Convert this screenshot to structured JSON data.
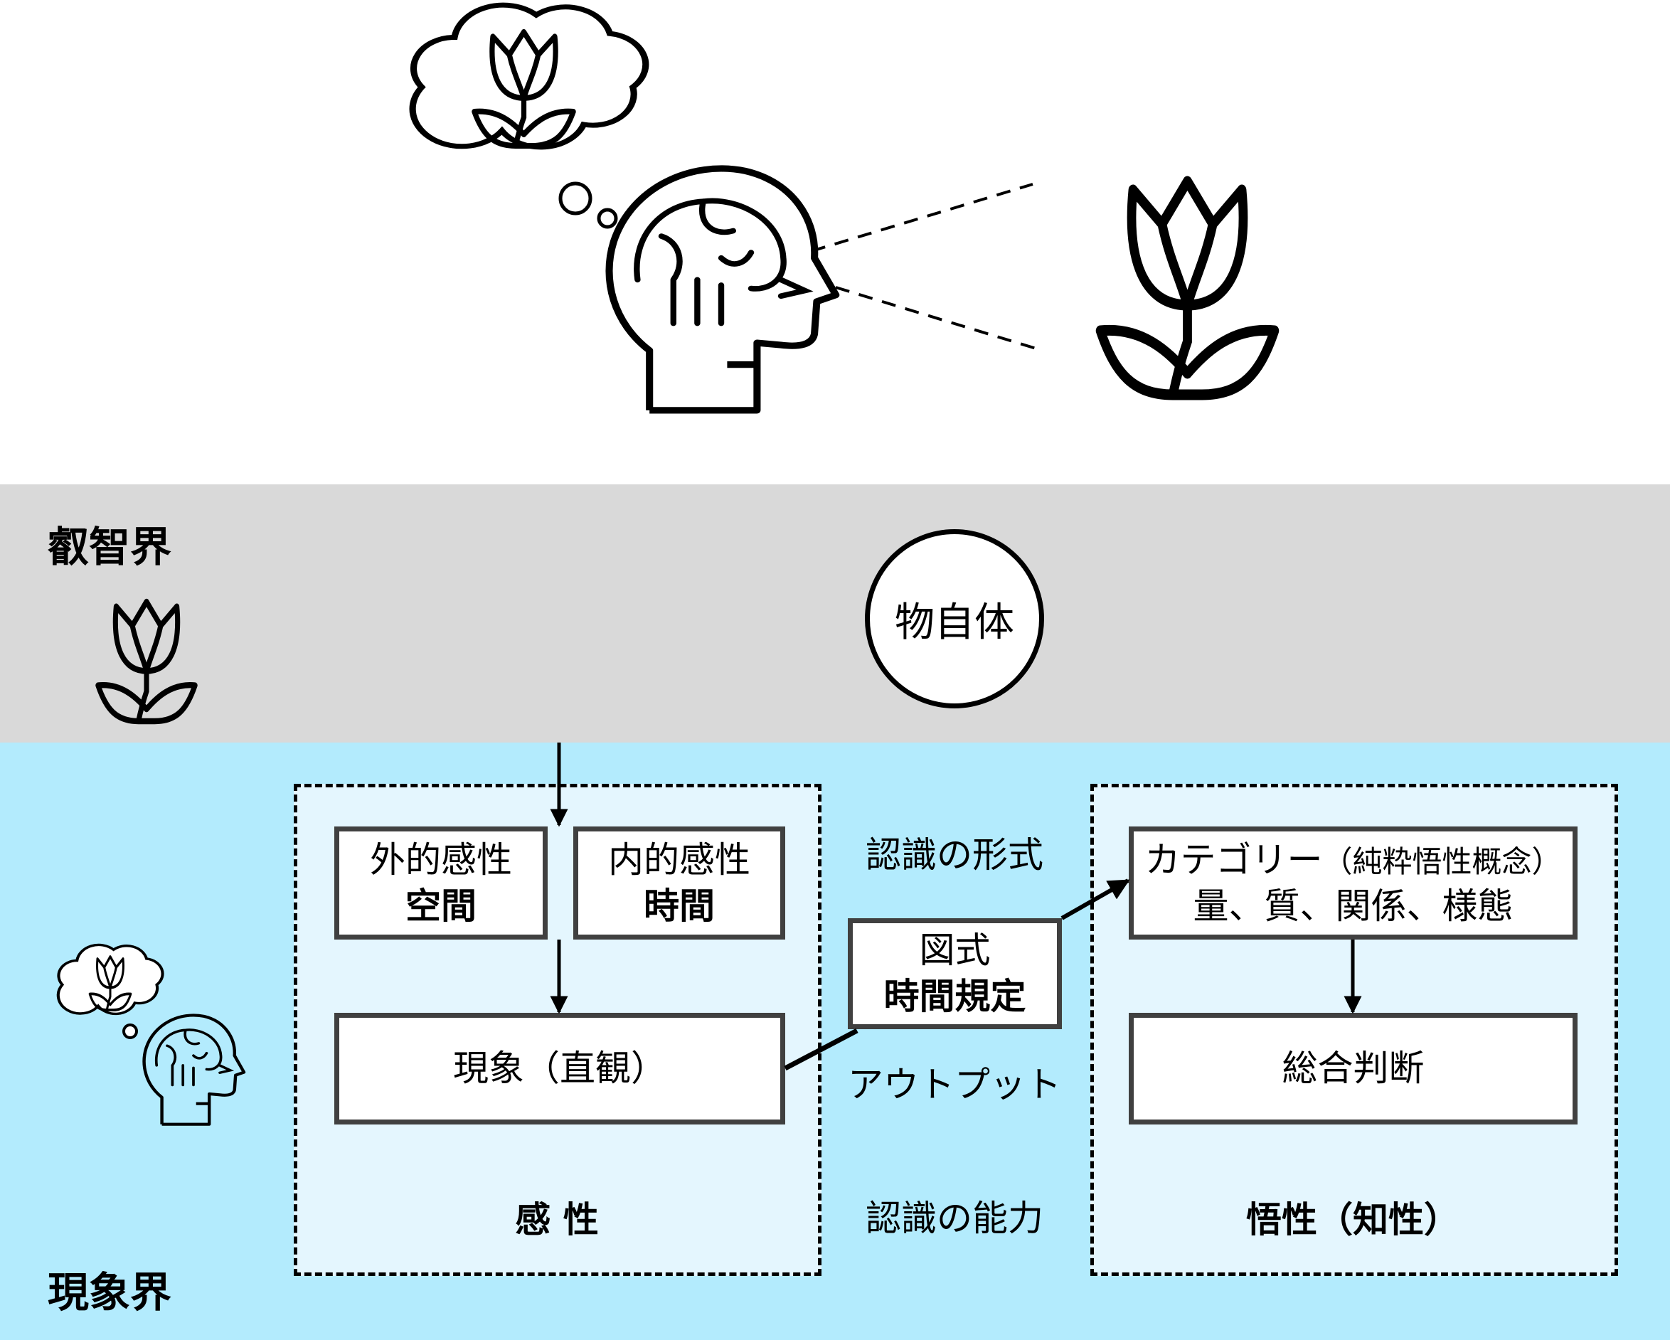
{
  "realms": {
    "noumenal": "叡智界",
    "phenomenal": "現象界"
  },
  "thing_in_itself": "物自体",
  "sensibility": {
    "outer": {
      "line1": "外的感性",
      "line2": "空間"
    },
    "inner": {
      "line1": "内的感性",
      "line2": "時間"
    },
    "phenomenon": "現象（直観）",
    "label": "感 性"
  },
  "middle": {
    "form_label": "認識の形式",
    "schema": {
      "line1": "図式",
      "line2": "時間規定"
    },
    "output_label": "アウトプット",
    "faculty_label": "認識の能力"
  },
  "understanding": {
    "categories": {
      "title": "カテゴリー",
      "sub": "（純粋悟性概念）",
      "line2": "量、質、関係、様態"
    },
    "synthesis": "総合判断",
    "label": "悟性（知性）"
  },
  "icons": [
    "thought-cloud-icon",
    "tulip-icon",
    "head-brain-icon"
  ],
  "colors": {
    "noumenal_band": "#d9d9d9",
    "phenomenal_band": "#b3ebfd",
    "dashed_box_fill": "#e4f6fe",
    "box_border": "#404040"
  }
}
